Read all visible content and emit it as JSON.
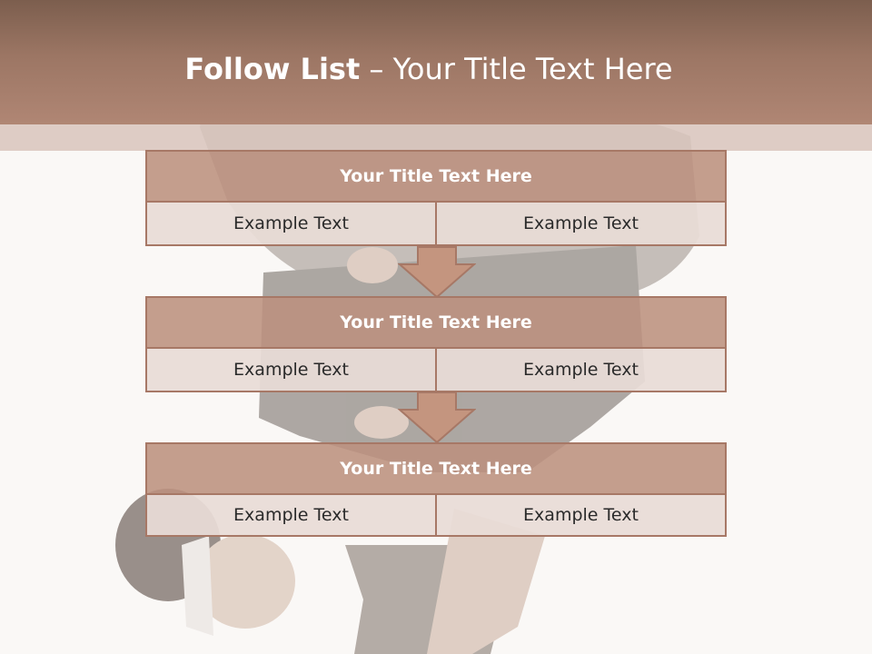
{
  "header": {
    "title_bold": "Follow List",
    "title_separator": " – ",
    "title_rest": "Your Title Text Here"
  },
  "blocks": [
    {
      "title": "Your Title Text Here",
      "left": "Example Text",
      "right": "Example Text"
    },
    {
      "title": "Your Title Text Here",
      "left": "Example Text",
      "right": "Example Text"
    },
    {
      "title": "Your Title Text Here",
      "left": "Example Text",
      "right": "Example Text"
    }
  ],
  "colors": {
    "header": "#9c7664",
    "block_title": "#bc917e",
    "block_cell": "#e8dbd6",
    "border": "#a77866",
    "arrow": "#c4957f"
  }
}
